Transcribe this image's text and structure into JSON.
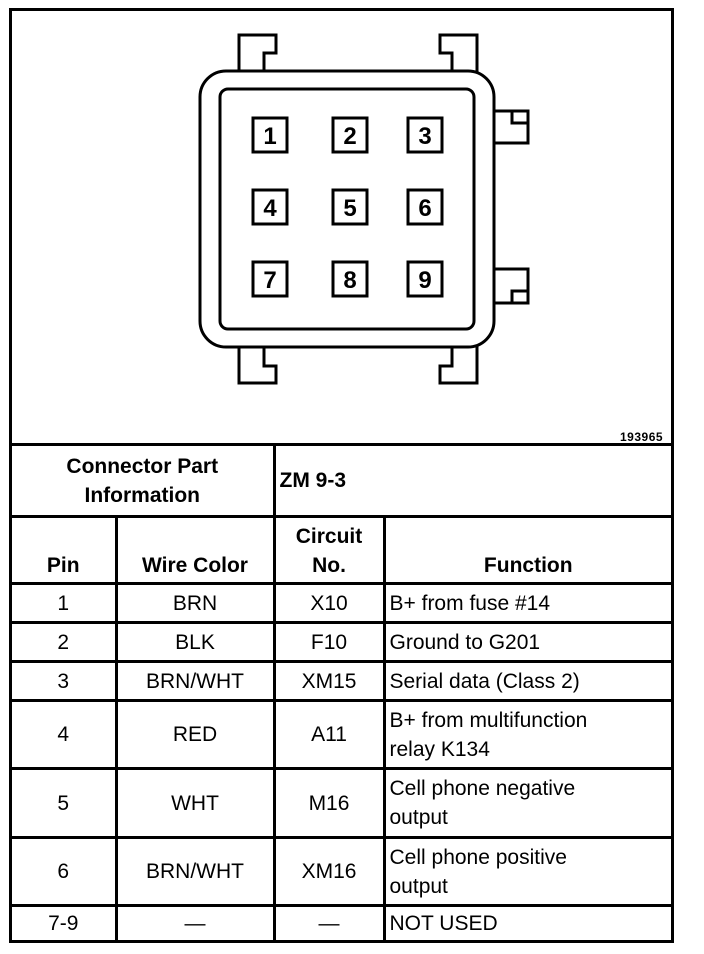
{
  "drawing_number": "193965",
  "connector_pins": [
    "1",
    "2",
    "3",
    "4",
    "5",
    "6",
    "7",
    "8",
    "9"
  ],
  "part_info": {
    "label_line1": "Connector Part",
    "label_line2": "Information",
    "value": "ZM 9-3"
  },
  "headers": {
    "pin": "Pin",
    "wire_color": "Wire Color",
    "circuit_line1": "Circuit",
    "circuit_line2": "No.",
    "function": "Function"
  },
  "rows": [
    {
      "pin": "1",
      "wire": "BRN",
      "circuit": "X10",
      "func1": "B+ from fuse #14",
      "func2": ""
    },
    {
      "pin": "2",
      "wire": "BLK",
      "circuit": "F10",
      "func1": "Ground to G201",
      "func2": ""
    },
    {
      "pin": "3",
      "wire": "BRN/WHT",
      "circuit": "XM15",
      "func1": "Serial data (Class 2)",
      "func2": ""
    },
    {
      "pin": "4",
      "wire": "RED",
      "circuit": "A11",
      "func1": "B+ from multifunction",
      "func2": "relay K134"
    },
    {
      "pin": "5",
      "wire": "WHT",
      "circuit": "M16",
      "func1": "Cell phone negative",
      "func2": "output"
    },
    {
      "pin": "6",
      "wire": "BRN/WHT",
      "circuit": "XM16",
      "func1": "Cell phone positive",
      "func2": "output"
    },
    {
      "pin": "7-9",
      "wire": "—",
      "circuit": "—",
      "func1": "NOT USED",
      "func2": ""
    }
  ]
}
